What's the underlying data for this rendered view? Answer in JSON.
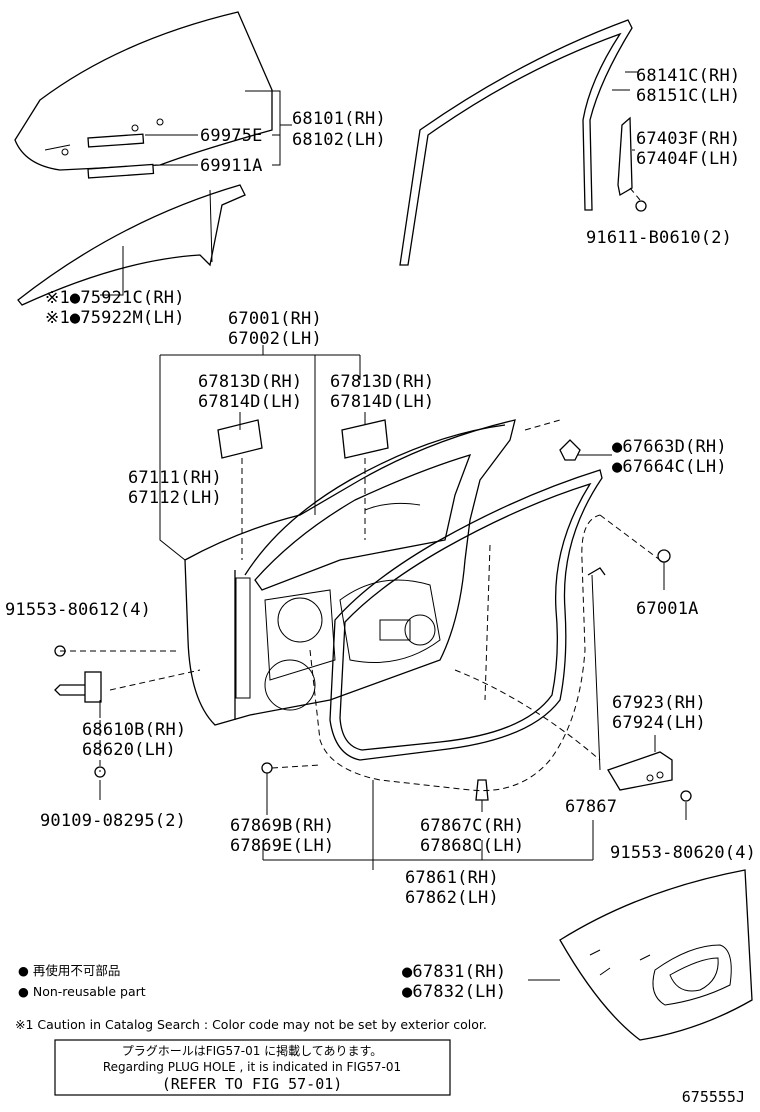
{
  "labels": {
    "p68141": "68141C(RH)",
    "p68151": "68151C(LH)",
    "p68101": "68101(RH)",
    "p68102": "68102(LH)",
    "p69975": "69975E",
    "p69911": "69911A",
    "p67403": "67403F(RH)",
    "p67404": "67404F(LH)",
    "p91611": "91611-B0610(2)",
    "p75921": "※1●75921C(RH)",
    "p75922": "※1●75922M(LH)",
    "p67001": "67001(RH)",
    "p67002": "67002(LH)",
    "p67813a": "67813D(RH)",
    "p67814a": "67814D(LH)",
    "p67813b": "67813D(RH)",
    "p67814b": "67814D(LH)",
    "p67663": "●67663D(RH)",
    "p67664": "●67664C(LH)",
    "p67111": "67111(RH)",
    "p67112": "67112(LH)",
    "p91553a": "91553-80612(4)",
    "p67001A": "67001A",
    "p68610": "68610B(RH)",
    "p68620": "68620(LH)",
    "p67923": "67923(RH)",
    "p67924": "67924(LH)",
    "p90109": "90109-08295(2)",
    "p67867": "67867",
    "p67869b": "67869B(RH)",
    "p67869e": "67869E(LH)",
    "p67867c": "67867C(RH)",
    "p67868c": "67868C(LH)",
    "p91553b": "91553-80620(4)",
    "p67861": "67861(RH)",
    "p67862": "67862(LH)",
    "p67831": "●67831(RH)",
    "p67832": "●67832(LH)"
  },
  "legend": {
    "nonreusable_jp": "● 再使用不可部品",
    "nonreusable_en": "● Non-reusable part",
    "caution": "※1 Caution in Catalog Search : Color code may not be set by exterior color."
  },
  "refer_box": {
    "line1": "プラグホールはFIG57-01 に掲載してあります。",
    "line2": "Regarding  PLUG HOLE , it is indicated  in FIG57-01",
    "line3": "(REFER TO FIG 57-01)"
  },
  "figure_id": "675555J"
}
